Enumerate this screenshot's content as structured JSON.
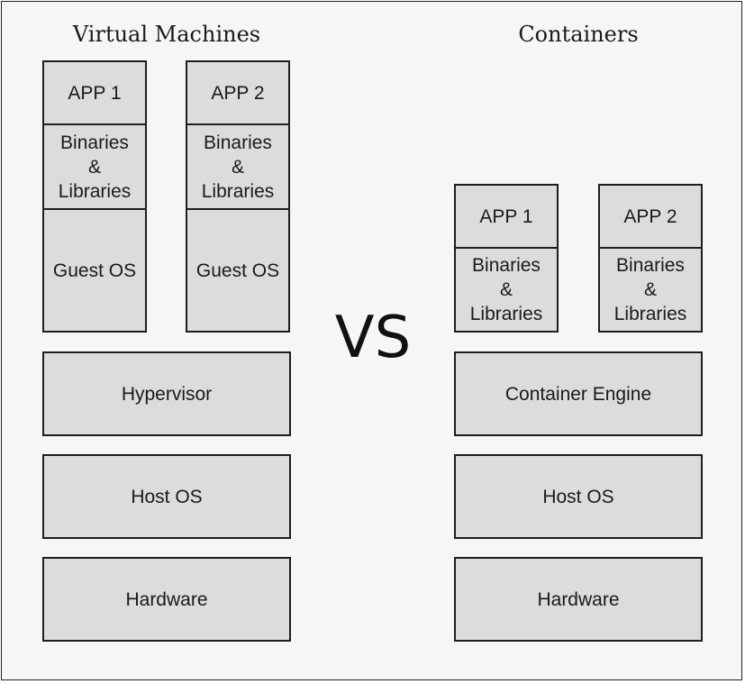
{
  "vm": {
    "title": "Virtual Machines",
    "app1": {
      "app": "APP 1",
      "bins": "Binaries\n&\nLibraries",
      "guest": "Guest OS"
    },
    "app2": {
      "app": "APP 2",
      "bins": "Binaries\n&\nLibraries",
      "guest": "Guest OS"
    },
    "hypervisor": "Hypervisor",
    "host_os": "Host OS",
    "hardware": "Hardware"
  },
  "vs": "VS",
  "containers": {
    "title": "Containers",
    "app1": {
      "app": "APP 1",
      "bins": "Binaries\n&\nLibraries"
    },
    "app2": {
      "app": "APP 2",
      "bins": "Binaries\n&\nLibraries"
    },
    "engine": "Container Engine",
    "host_os": "Host OS",
    "hardware": "Hardware"
  }
}
